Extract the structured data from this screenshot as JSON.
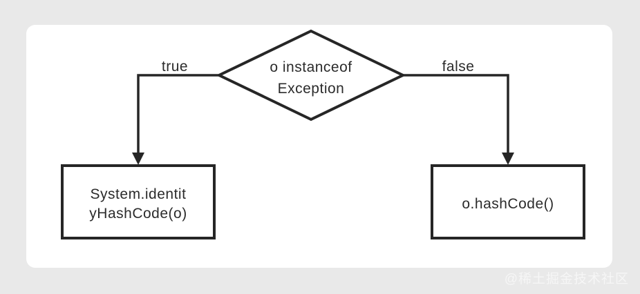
{
  "colors": {
    "page_bg": "#e9e9e9",
    "card_bg": "#ffffff",
    "line": "#262626",
    "text": "#2b2b2b",
    "watermark": "#f6f6f6"
  },
  "flowchart": {
    "decision": {
      "line1": "o instanceof",
      "line2": "Exception"
    },
    "true_branch": {
      "label": "true"
    },
    "false_branch": {
      "label": "false"
    },
    "true_node": {
      "line1": "System.identit",
      "line2": "yHashCode(o)"
    },
    "false_node": {
      "label": "o.hashCode()"
    }
  },
  "watermark": {
    "text": "@稀土掘金技术社区"
  }
}
